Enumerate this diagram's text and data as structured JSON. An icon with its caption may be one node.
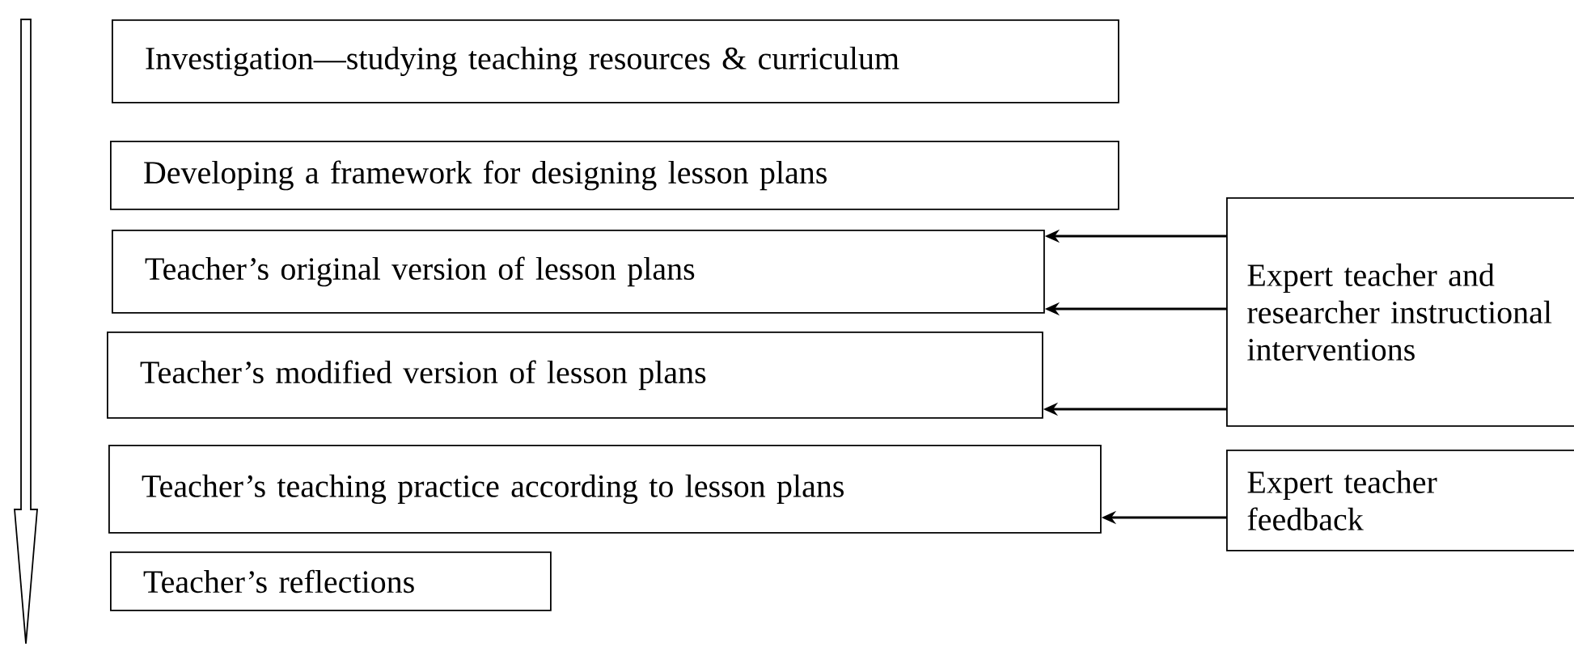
{
  "diagram": {
    "nodes": [
      {
        "text": [
          "Investigation—studying teaching resources & curriculum"
        ]
      },
      {
        "text": [
          "Developing a framework for designing lesson plans"
        ]
      },
      {
        "text": [
          "Teacher’s original version of lesson plans"
        ]
      },
      {
        "text": [
          "Teacher’s modified version of lesson plans"
        ]
      },
      {
        "text": [
          "Teacher’s teaching practice according to lesson plans"
        ]
      },
      {
        "text": [
          "Teacher’s reflections"
        ]
      },
      {
        "text": [
          "Expert teacher and researcher instructional interventions"
        ]
      },
      {
        "text": [
          "Expert teacher feedback"
        ]
      }
    ],
    "edges": [
      {
        "from": 6,
        "to": 2,
        "arrow": "to"
      },
      {
        "from": 6,
        "to": 2,
        "arrow": "to"
      },
      {
        "from": 6,
        "to": 3,
        "arrow": "to"
      },
      {
        "from": 7,
        "to": 4,
        "arrow": "to"
      }
    ]
  }
}
